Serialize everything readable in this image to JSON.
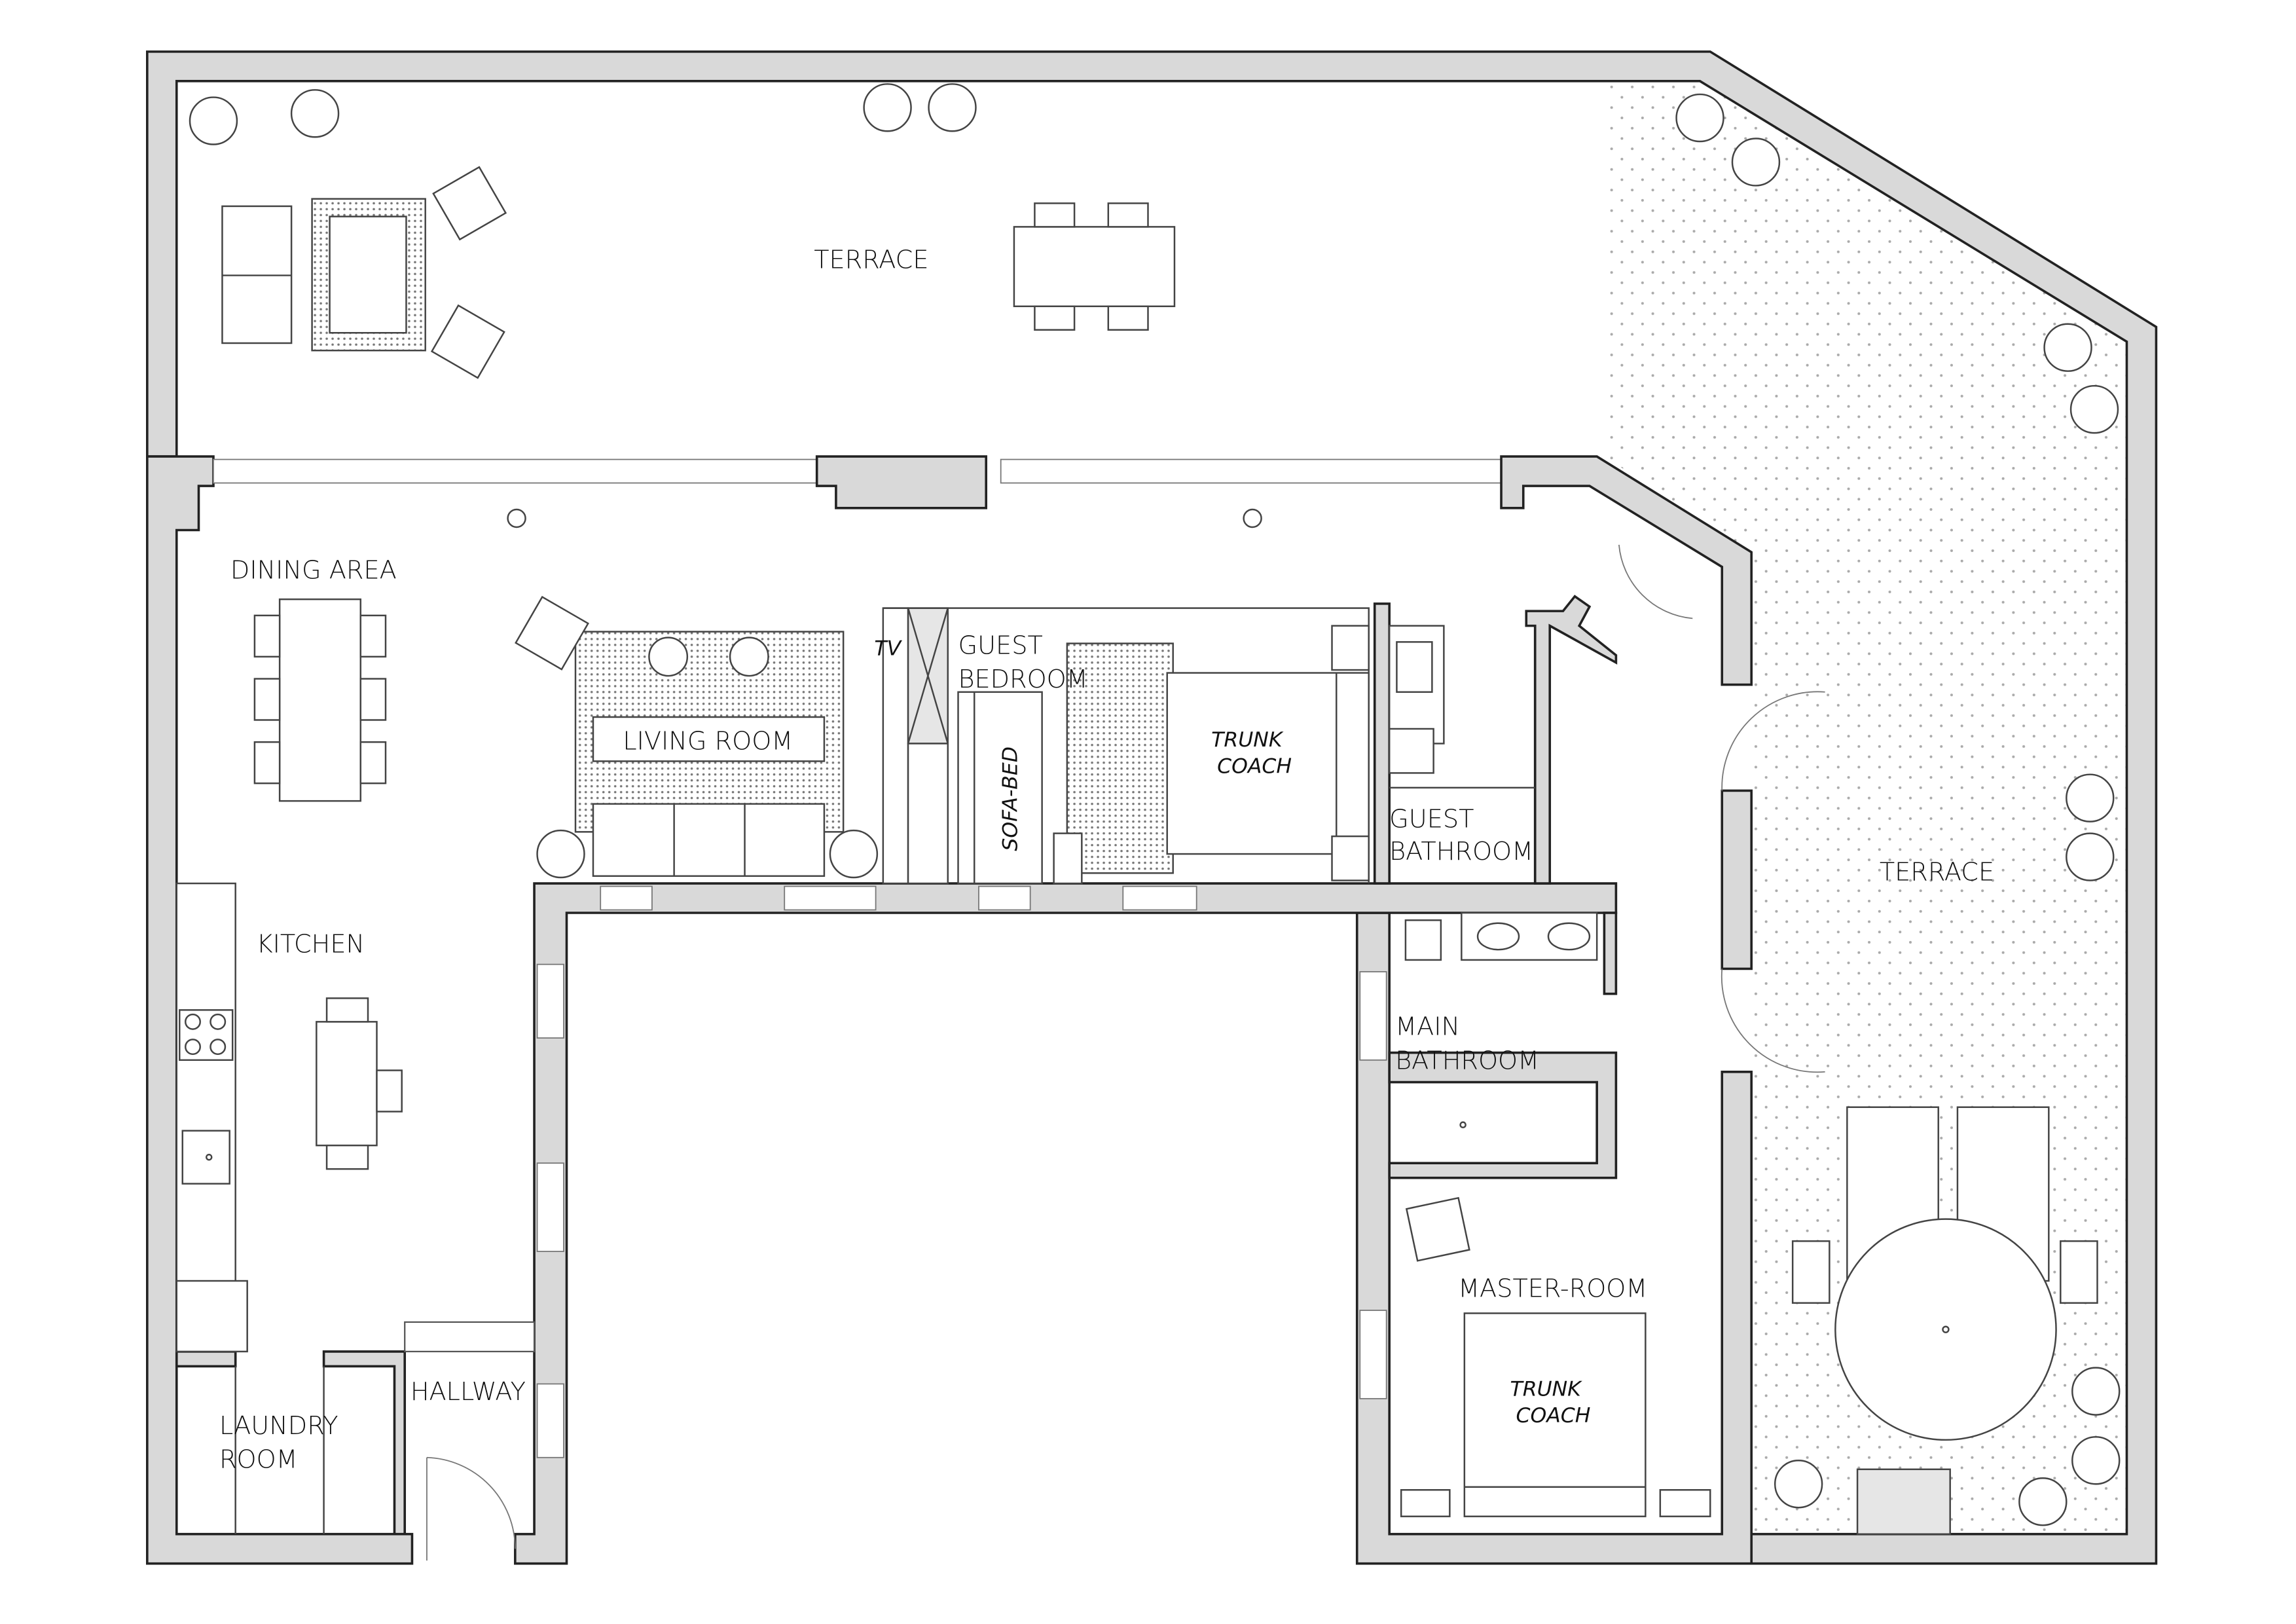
{
  "rooms": {
    "terrace_top": "TERRACE",
    "terrace_right": "TERRACE",
    "dining": "DINING AREA",
    "living": "LIVING ROOM",
    "tv": "TV",
    "guest_bedroom_1": "GUEST",
    "guest_bedroom_2": "BEDROOM",
    "sofa_bed": "SOFA-BED",
    "guest_bed_1": "TRUNK",
    "guest_bed_2": "COACH",
    "guest_bath_1": "GUEST",
    "guest_bath_2": "BATHROOM",
    "kitchen": "KITCHEN",
    "main_bath_1": "MAIN",
    "main_bath_2": "BATHROOM",
    "master": "MASTER-ROOM",
    "master_bed_1": "TRUNK",
    "master_bed_2": "COACH",
    "hallway": "HALLWAY",
    "laundry_1": "LAUNDRY",
    "laundry_2": "ROOM"
  },
  "colors": {
    "wall": "#d9d9d9",
    "line": "#222222"
  }
}
